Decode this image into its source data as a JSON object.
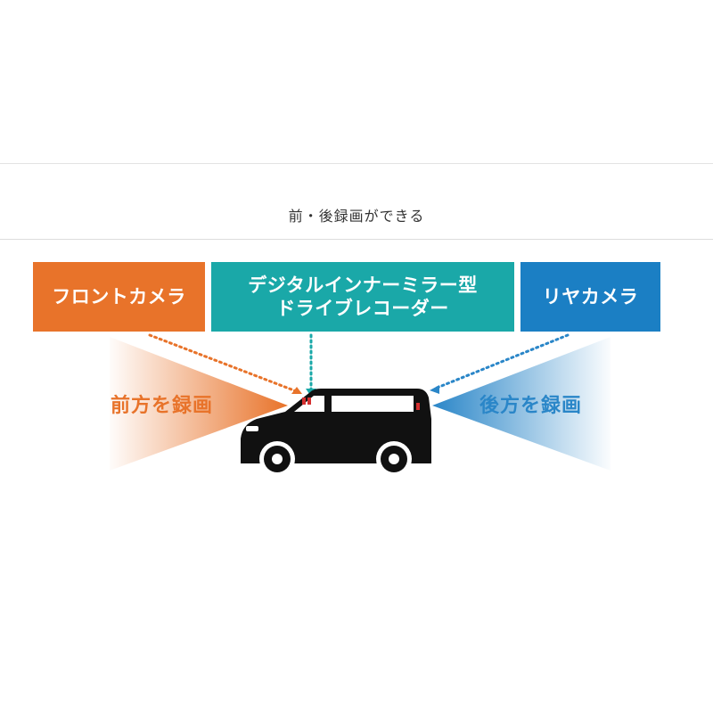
{
  "heading": "前・後録画ができる",
  "labels": {
    "front_camera": "フロントカメラ",
    "mirror_line1": "デジタルインナーミラー型",
    "mirror_line2": "ドライブレコーダー",
    "rear_camera": "リヤカメラ"
  },
  "recording": {
    "front": "前方を録画",
    "rear": "後方を録画"
  },
  "colors": {
    "front": "#e8732a",
    "mirror": "#1aa8a8",
    "rear": "#1b7fc4",
    "rear_text": "#2a86c8",
    "car": "#111111"
  },
  "icons": {
    "vehicle": "van-icon"
  }
}
